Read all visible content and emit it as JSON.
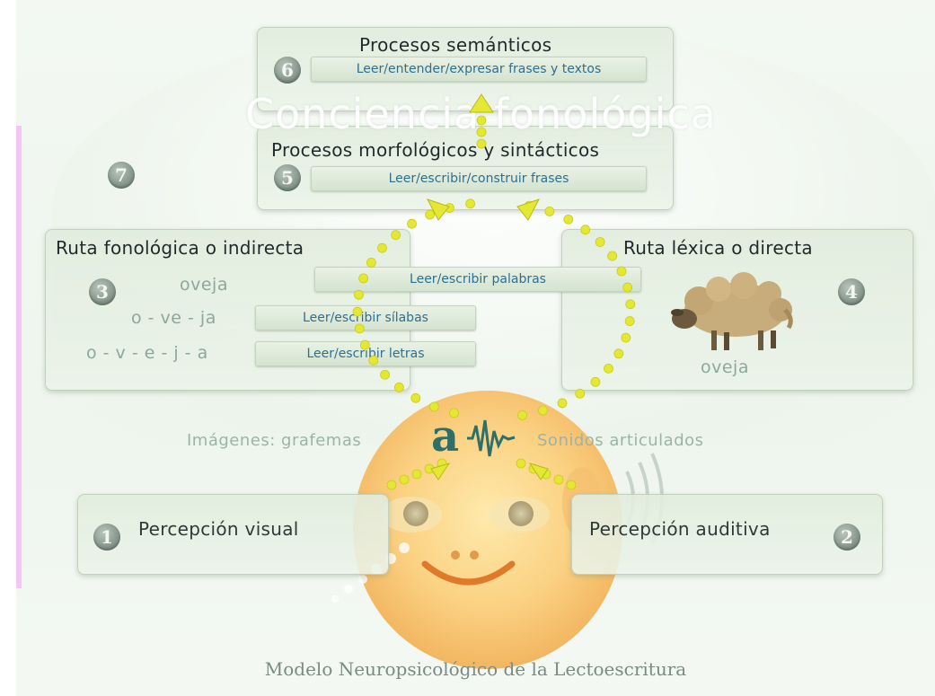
{
  "title_watermark": "Conciencia fonológica",
  "caption": "Modelo Neuropsicológico de la Lectoescritura",
  "nodes": {
    "n6": {
      "number": "6",
      "title": "Procesos semánticos",
      "task": "Leer/entender/expresar frases y textos"
    },
    "n5": {
      "number": "5",
      "title": "Procesos morfológicos y sintácticos",
      "task": "Leer/escribir/construir frases"
    },
    "n7": {
      "number": "7"
    },
    "n3": {
      "number": "3",
      "title": "Ruta fonológica o indirecta",
      "word": "oveja",
      "syllables": "o - ve - ja",
      "letters": "o - v - e - j - a",
      "task_syllables": "Leer/escribir sílabas",
      "task_letters": "Leer/escribir letras"
    },
    "n4": {
      "number": "4",
      "title": "Ruta léxica o directa",
      "word": "oveja"
    },
    "words_task": "Leer/escribir palabras",
    "n1": {
      "number": "1",
      "title": "Percepción visual"
    },
    "n2": {
      "number": "2",
      "title": "Percepción auditiva"
    }
  },
  "middle": {
    "left": "Imágenes: grafemas",
    "glyph": "a",
    "right": "Sonidos articulados"
  },
  "icons": [
    "sheep-icon",
    "head-icon",
    "ear-sound-waves-icon",
    "soundwave-icon"
  ],
  "colors": {
    "dots": "#e4e832",
    "task_text": "#2f6f8f",
    "number_badge": "#7e8f84"
  }
}
